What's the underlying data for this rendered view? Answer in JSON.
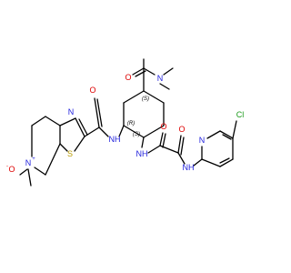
{
  "colors": {
    "bond": "#000000",
    "carbon": "#000000",
    "nitrogen": "#2222dd",
    "oxygen": "#dd0000",
    "sulfur": "#b89a00",
    "chlorine": "#1a9a1a"
  },
  "atoms": {
    "o_amide_top": "O",
    "n_dimethyl": "N",
    "o_amide_left": "O",
    "n_thiazole": "N",
    "nh_amide_left": "NH",
    "s_thiazole": "S",
    "n_oxide_plus": "N",
    "n_oxide_charge": "+",
    "o_oxide": "O",
    "o_oxide_charge": "-",
    "nh_ring": "NH",
    "o_oxal_1": "O",
    "o_oxal_2": "O",
    "nh_pyridine": "NH",
    "n_pyridine": "N",
    "cl": "Cl"
  },
  "stereo_labels": {
    "top": "(S)",
    "middle": "(R)",
    "lower": "(S)"
  }
}
